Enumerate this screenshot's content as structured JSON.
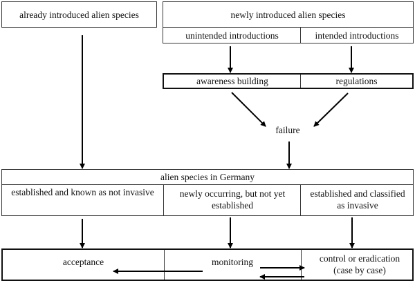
{
  "top": {
    "already_introduced": "already introduced alien species",
    "newly_introduced": "newly introduced alien species",
    "unintended": "unintended introductions",
    "intended": "intended introductions"
  },
  "measures": {
    "awareness": "awareness building",
    "regulations": "regulations"
  },
  "failure": "failure",
  "germany": {
    "header": "alien species in Germany",
    "categories": [
      "established and known as not invasive",
      "newly occurring, but not yet established",
      "established and classified as invasive"
    ]
  },
  "responses": [
    "acceptance",
    "monitoring",
    "control or eradication (case by case)"
  ]
}
